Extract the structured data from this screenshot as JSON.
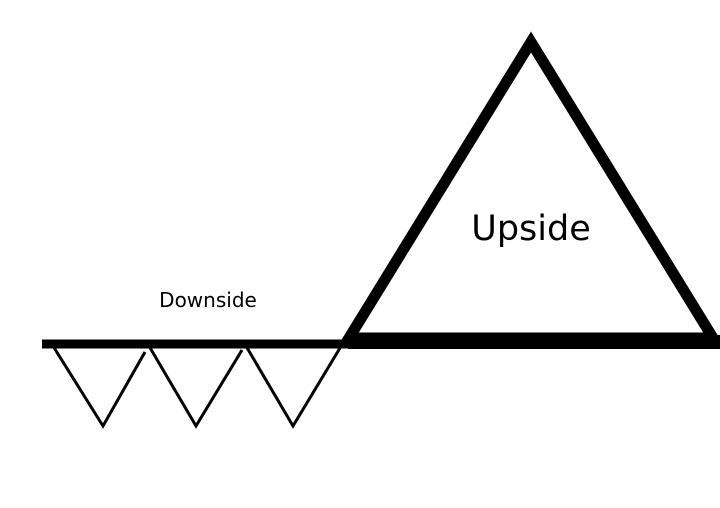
{
  "labels": {
    "upside": "Upside",
    "downside": "Downside"
  },
  "diagram": {
    "downside_triangle_count": 3,
    "colors": {
      "stroke": "#000000",
      "background": "#ffffff",
      "fill": "#ffffff"
    }
  }
}
